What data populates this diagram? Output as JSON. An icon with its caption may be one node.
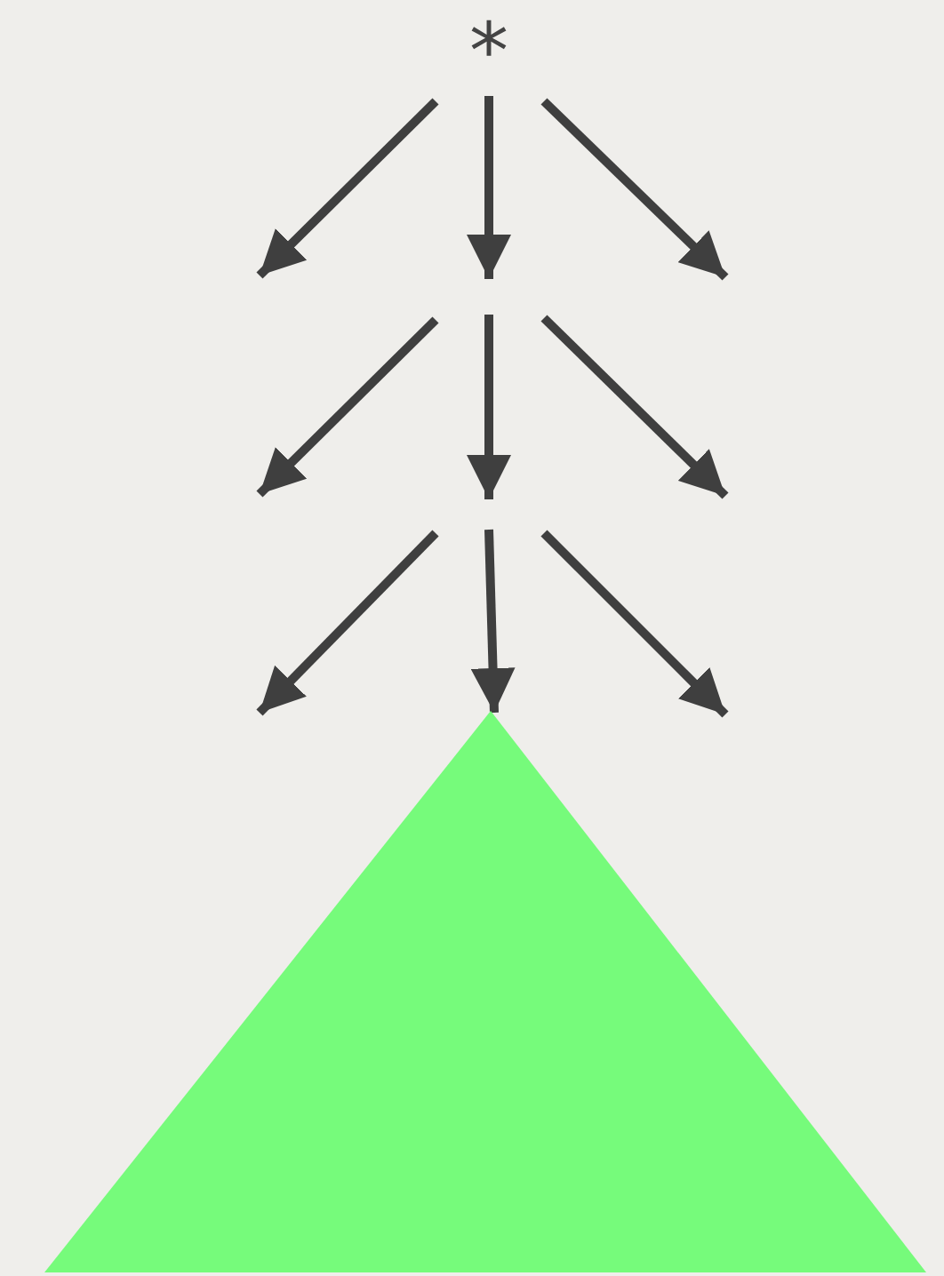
{
  "diagram": {
    "nodes": [
      {
        "text": [
          "*"
        ]
      },
      {
        "text": [],
        "shape": "triangle"
      }
    ],
    "edges": [
      {
        "from": 0,
        "to": null,
        "arrow": "to"
      },
      {
        "from": 0,
        "to": null,
        "arrow": "to"
      },
      {
        "from": 0,
        "to": null,
        "arrow": "to"
      },
      {
        "from": null,
        "to": 1,
        "arrow": "to"
      }
    ]
  }
}
